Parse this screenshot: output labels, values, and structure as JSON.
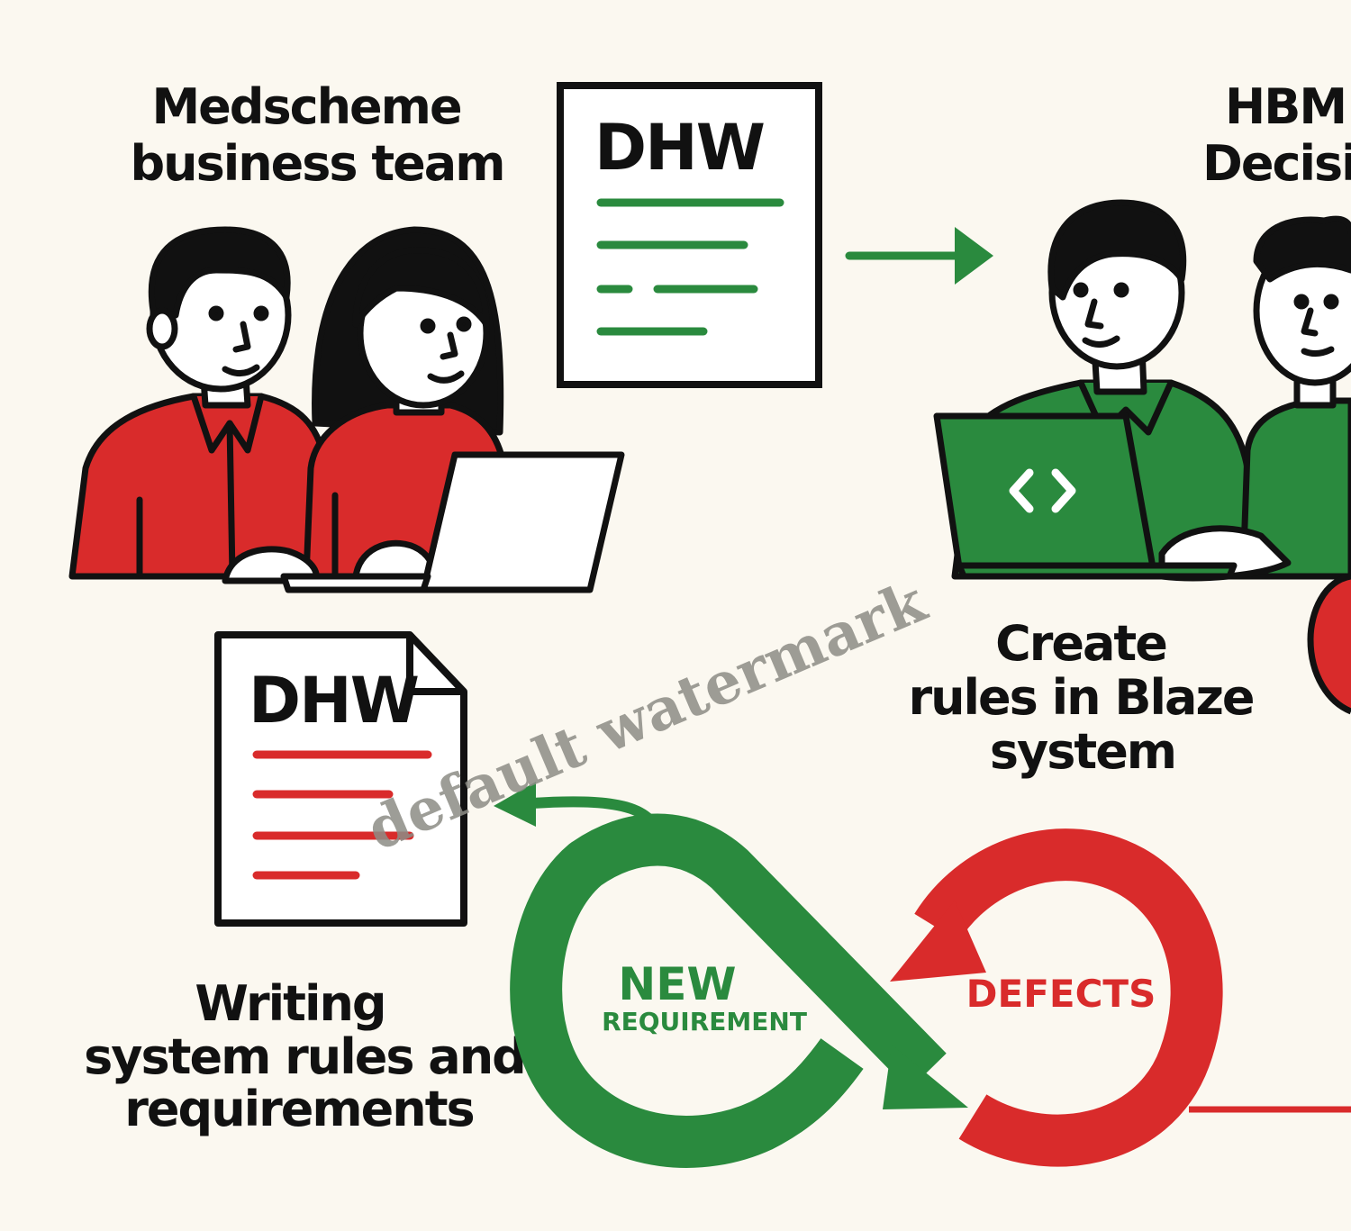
{
  "labels": {
    "business_team_line1": "Medscheme",
    "business_team_line2": "business team",
    "hbm_line1": "HBM",
    "hbm_line2": "Decisio",
    "create_line1": "Create",
    "create_line2": "rules in Blaze",
    "create_line3": "system",
    "writing_line1": "Writing",
    "writing_line2": "system rules and",
    "writing_line3": "requirements"
  },
  "documents": {
    "top_doc_title": "DHW",
    "left_doc_title": "DHW"
  },
  "loop": {
    "new_line1": "NEW",
    "new_line2": "REQUIREMENT",
    "defects": "DEFECTS"
  },
  "laptop_icon": "code-brackets-icon",
  "watermark": "default watermark",
  "colors": {
    "green": "#2a8a3e",
    "red": "#d92b2b",
    "ink": "#111111",
    "background": "#fbf8f0"
  }
}
